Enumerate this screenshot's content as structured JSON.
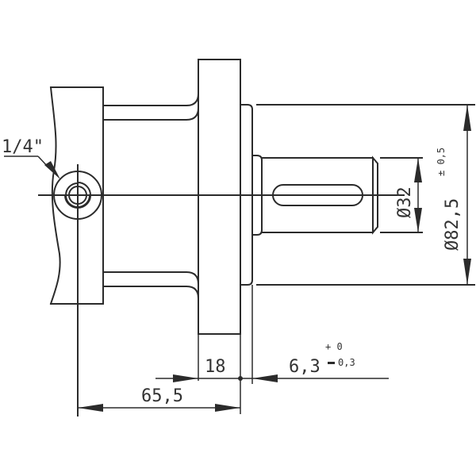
{
  "drawing": {
    "type": "technical-dimension-drawing",
    "subject": "hydraulic motor side view with shaft",
    "colors": {
      "line": "#2b2b2b",
      "text": "#333333",
      "background": "#ffffff"
    },
    "labels": {
      "port_size": "1/4\"",
      "shaft_diameter": "Ø32",
      "pilot_diameter": "Ø82,5",
      "pilot_tolerance": "± 0,5",
      "flange_thickness": "18",
      "pilot_length": "6,3",
      "pilot_length_tol_upper": "+ 0",
      "pilot_length_tol_lower": "0,3",
      "pilot_length_tol_minus": "−",
      "port_to_flange": "65,5"
    }
  }
}
